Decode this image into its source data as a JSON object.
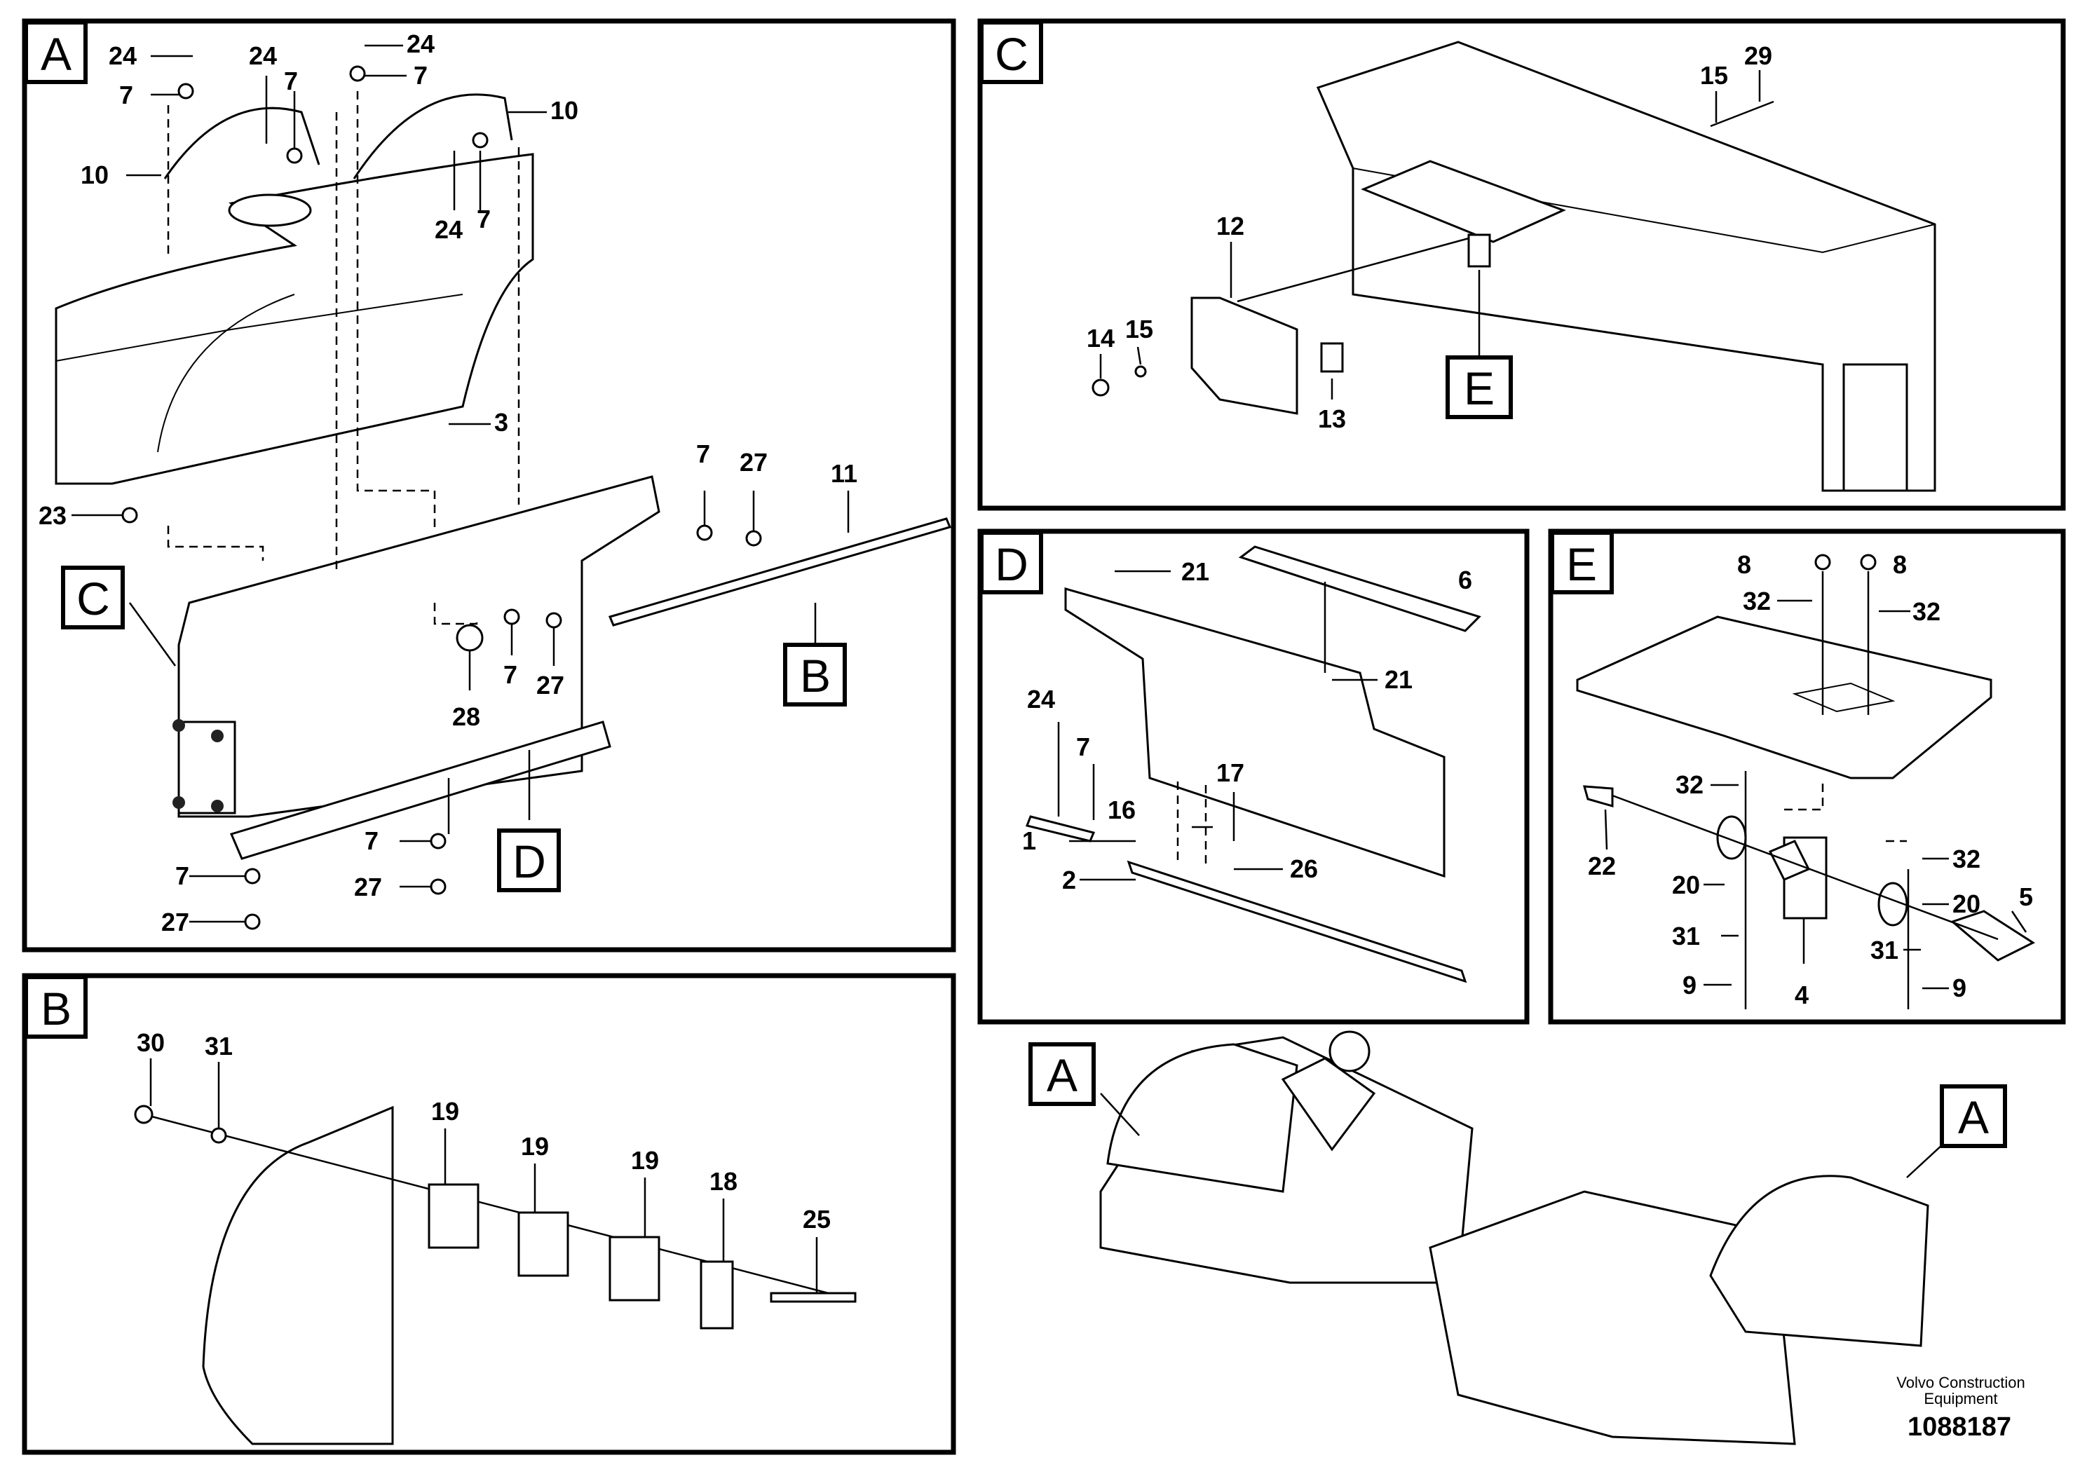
{
  "panels": {
    "A": {
      "tag": "A",
      "labels": [
        "24",
        "7",
        "24",
        "7",
        "24",
        "7",
        "10",
        "10",
        "24",
        "7",
        "3",
        "23",
        "7",
        "27",
        "11",
        "7",
        "27",
        "28",
        "7",
        "7",
        "27",
        "27"
      ]
    },
    "B": {
      "tag": "B",
      "labels": [
        "30",
        "31",
        "19",
        "19",
        "19",
        "18",
        "25"
      ]
    },
    "C": {
      "tag": "C",
      "labels": [
        "15",
        "29",
        "12",
        "14",
        "15",
        "13"
      ]
    },
    "D": {
      "tag": "D",
      "labels": [
        "21",
        "6",
        "21",
        "24",
        "7",
        "17",
        "16",
        "1",
        "2",
        "26"
      ]
    },
    "E": {
      "tag": "E",
      "labels": [
        "8",
        "8",
        "32",
        "32",
        "22",
        "32",
        "20",
        "32",
        "20",
        "5",
        "31",
        "31",
        "9",
        "4",
        "9"
      ]
    }
  },
  "callouts": {
    "A": "A",
    "B": "B",
    "C": "C",
    "D": "D",
    "E": "E"
  },
  "overview": {
    "tag_left": "A",
    "tag_right": "A"
  },
  "footer": {
    "brand_line1": "Volvo Construction",
    "brand_line2": "Equipment",
    "doc_number": "1088187"
  }
}
